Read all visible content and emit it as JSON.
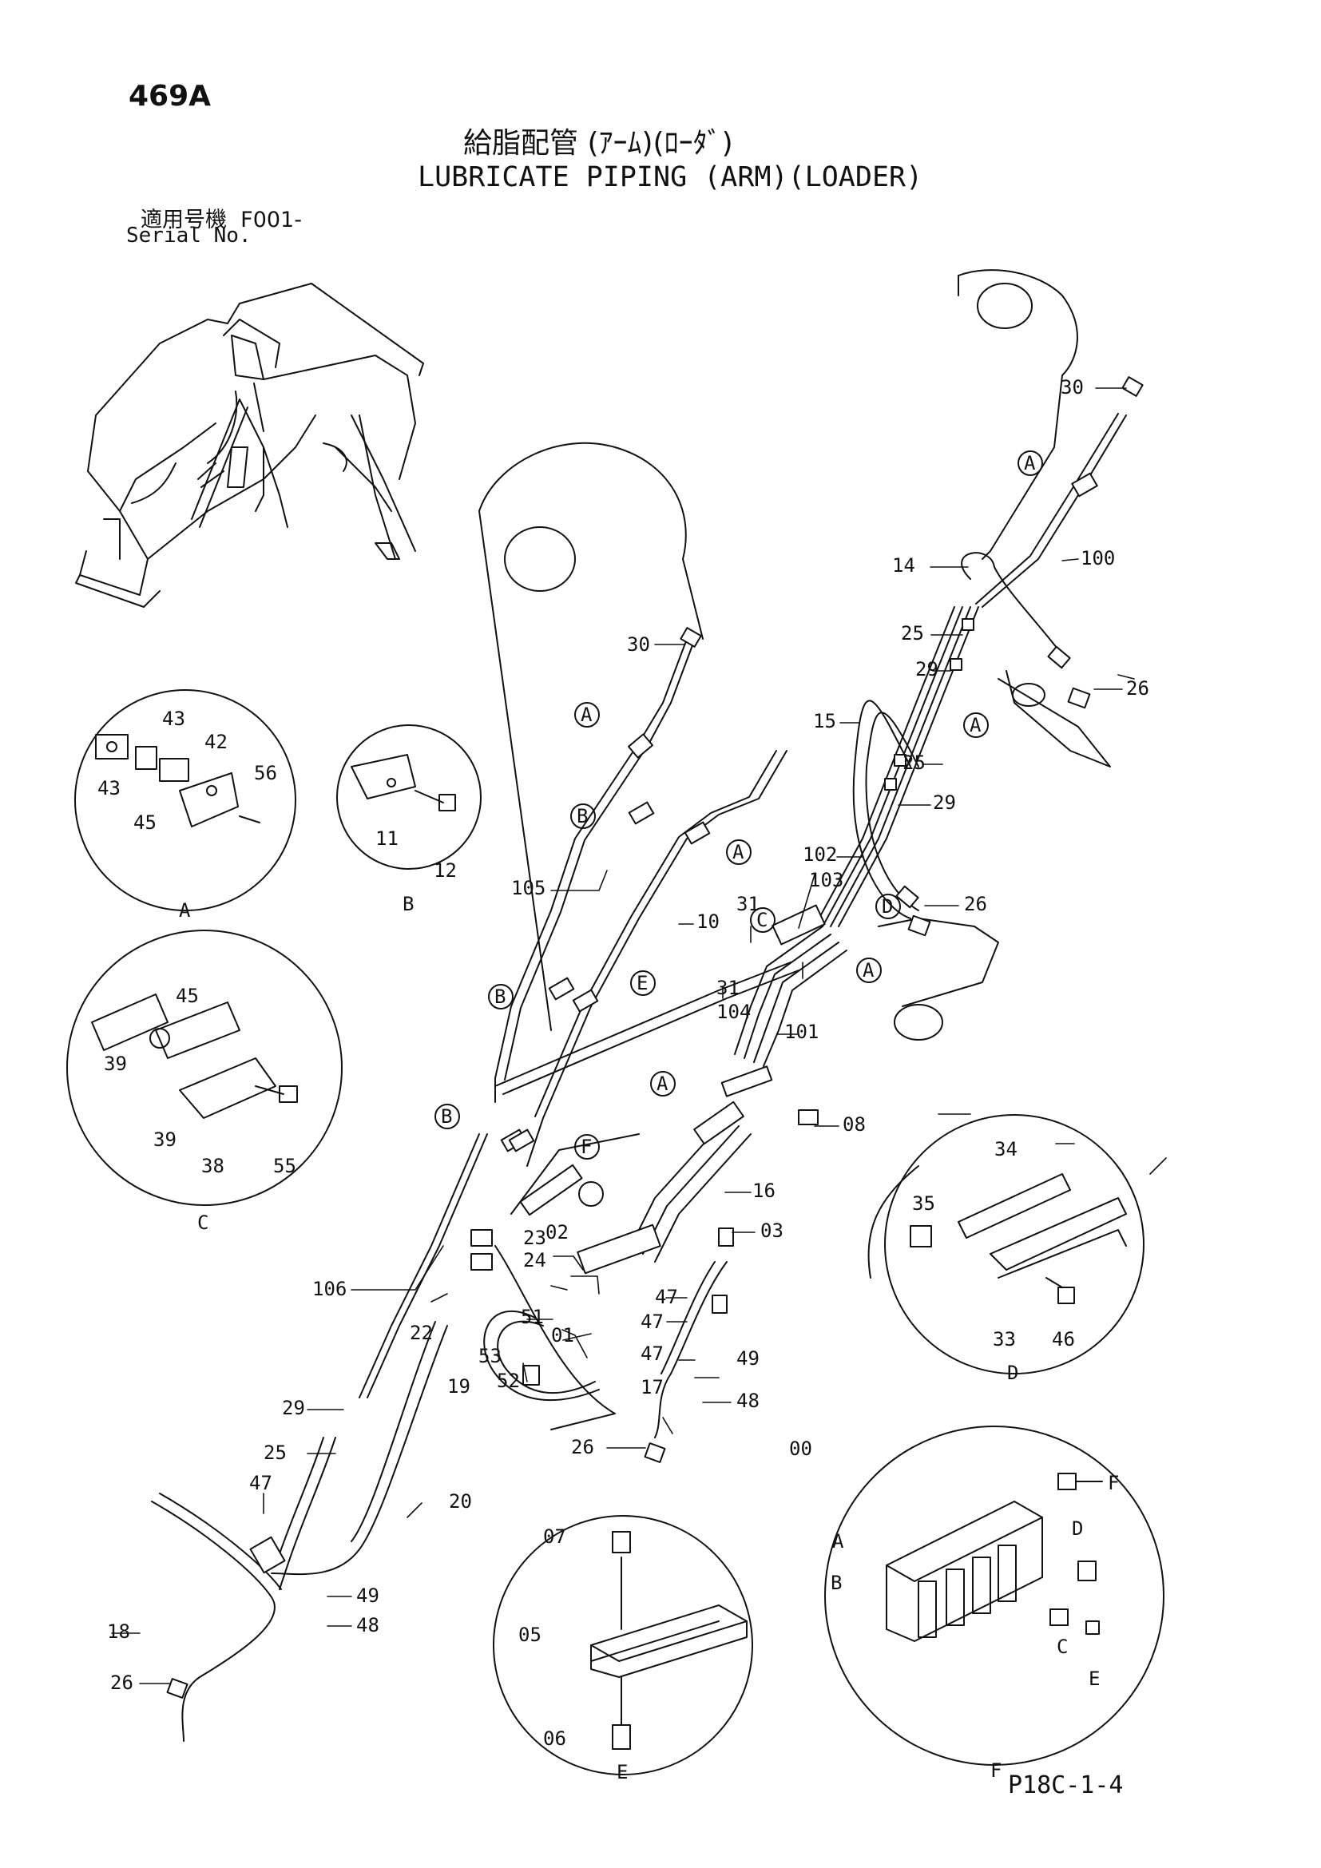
{
  "page_number": "469A",
  "title_jp": "給脂配管 (ｱｰﾑ)(ﾛｰﾀﾞ)",
  "title_en": "LUBRICATE PIPING (ARM)(LOADER)",
  "serial_label_jp": "適用号機",
  "serial_value": "F001-",
  "serial_label_en": "Serial No.",
  "reference_code": "P18C-1-4",
  "main_labels": [
    "30",
    "14",
    "100",
    "25",
    "29",
    "26",
    "15",
    "25",
    "29",
    "102",
    "103",
    "26",
    "30",
    "105",
    "10",
    "31",
    "104",
    "31",
    "101",
    "08",
    "16",
    "02",
    "23",
    "24",
    "03",
    "106",
    "22",
    "51",
    "01",
    "53",
    "52",
    "19",
    "47",
    "47",
    "47",
    "49",
    "48",
    "17",
    "26",
    "29",
    "25",
    "47",
    "20",
    "49",
    "48",
    "18",
    "26"
  ],
  "callouts": [
    "A",
    "A",
    "A",
    "B",
    "A",
    "C",
    "D",
    "A",
    "B",
    "E",
    "A",
    "B",
    "F"
  ],
  "detail_A": {
    "caption": "A",
    "labels": [
      "43",
      "42",
      "56",
      "43",
      "45"
    ]
  },
  "detail_B": {
    "caption": "B",
    "labels": [
      "11",
      "12"
    ]
  },
  "detail_C": {
    "caption": "C",
    "labels": [
      "45",
      "39",
      "39",
      "38",
      "55"
    ]
  },
  "detail_D": {
    "caption": "D",
    "labels": [
      "34",
      "35",
      "33",
      "46"
    ]
  },
  "detail_E": {
    "caption": "E",
    "labels": [
      "07",
      "05",
      "06"
    ]
  },
  "detail_F": {
    "caption": "F",
    "item": "00",
    "labels": [
      "F",
      "A",
      "B",
      "D",
      "C",
      "E"
    ]
  }
}
